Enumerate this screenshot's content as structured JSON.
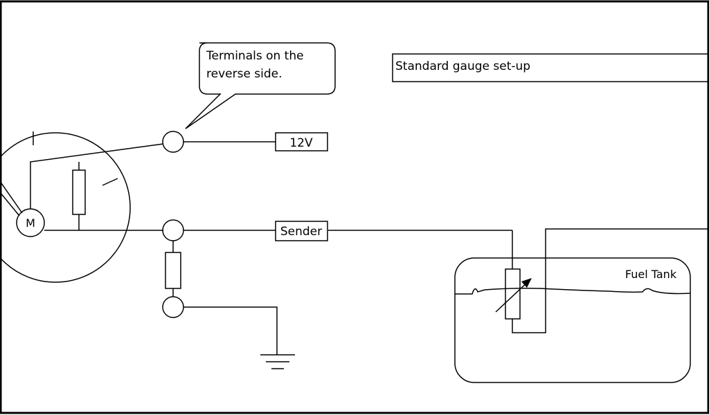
{
  "title": "Standard gauge set-up",
  "callout": {
    "line1": "Terminals on the",
    "line2": "reverse side."
  },
  "labels": {
    "supply": "12V",
    "sender": "Sender",
    "tank": "Fuel Tank",
    "meter": "M"
  },
  "colors": {
    "stroke": "#000000",
    "background": "#ffffff"
  }
}
